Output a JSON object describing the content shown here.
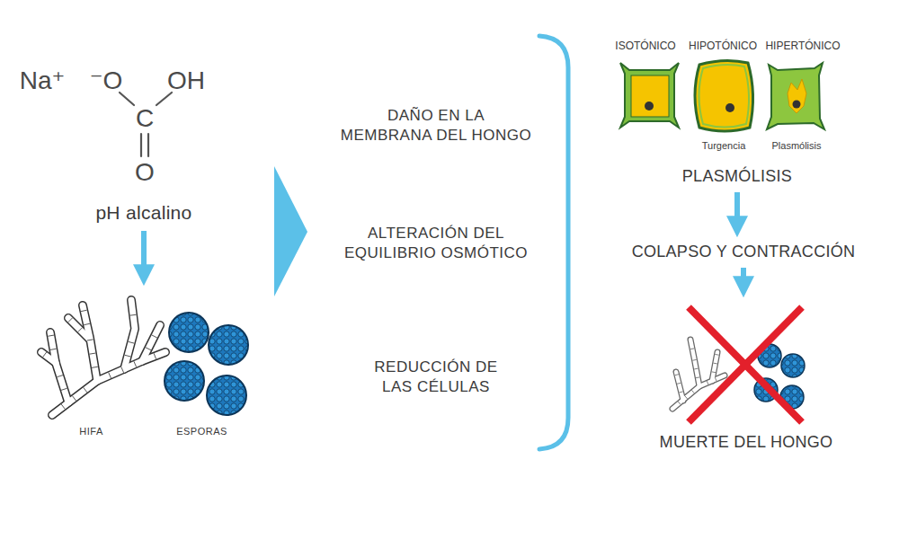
{
  "diagram": {
    "nodes": [
      {
        "text": [
          "pH alcalino"
        ]
      },
      {
        "text": [
          "HIFA",
          "ESPORAS"
        ]
      },
      {
        "text": [
          "PLASMÓLISIS"
        ]
      },
      {
        "text": [
          "COLAPSO Y CONTRACCIÓN"
        ]
      },
      {
        "text": [
          "MUERTE DEL HONGO"
        ]
      }
    ],
    "edges": [
      {
        "from": 0,
        "to": 1,
        "arrow": "to"
      },
      {
        "from": 2,
        "to": 3,
        "arrow": "to"
      },
      {
        "from": 3,
        "to": 4,
        "arrow": "to"
      }
    ],
    "labels": [
      "Na⁺",
      "⁻O",
      "OH",
      "C",
      "O",
      "DAÑO EN LA MEMBRANA DEL HONGO",
      "ALTERACIÓN DEL EQUILIBRIO OSMÓTICO",
      "REDUCCIÓN DE LAS CÉLULAS",
      "ISOTÓNICO",
      "HIPOTÓNICO",
      "HIPERTÓNICO",
      "Turgencia",
      "Plasmólisis"
    ]
  }
}
